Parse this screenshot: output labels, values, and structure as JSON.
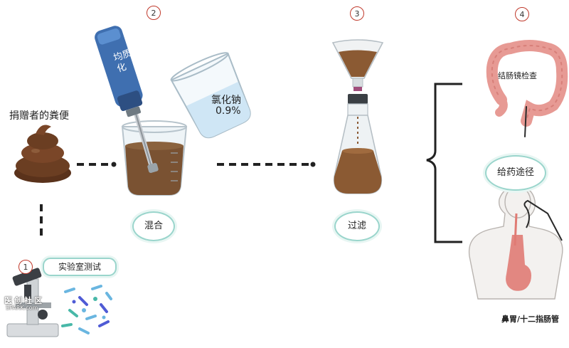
{
  "steps": [
    "1",
    "2",
    "3",
    "4"
  ],
  "labels": {
    "donor_stool": "捐赠者的粪便",
    "homogenizer": "均质化",
    "saline_name": "氯化钠",
    "saline_conc": "0.9%",
    "mix": "混合",
    "filter": "过滤",
    "lab_test": "实验室测试",
    "colonoscopy": "结肠镜检查",
    "route": "给药途径",
    "nasogastric": "鼻胃/十二指肠管"
  },
  "watermark": {
    "line1": "医创社区",
    "line2": "SPARK.com"
  },
  "colors": {
    "stool": "#6b3e22",
    "beaker_fluid": "#7a5232",
    "filtered_fluid": "#8b5a33",
    "saline": "#cfe6f5",
    "homogenizer_body": "#3f6fb0",
    "accent_ring": "#9ad5cc",
    "step_ring": "#c0392b",
    "colon": "#e79a94",
    "stomach": "#e07b74"
  }
}
